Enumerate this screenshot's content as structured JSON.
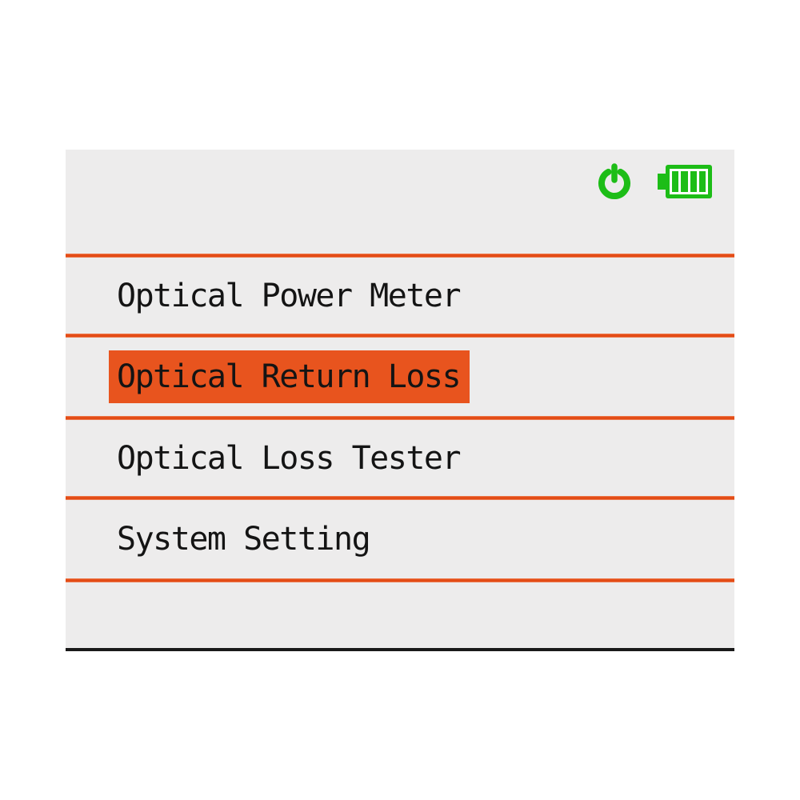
{
  "device_screen": {
    "status_bar": {
      "power_icon": "power-symbol",
      "battery_icon": "battery-level-indicator",
      "battery_bars": 4,
      "icon_color": "#1dbd17"
    },
    "menu": {
      "items": [
        {
          "label": "Optical Power Meter",
          "selected": false
        },
        {
          "label": "Optical Return Loss",
          "selected": true
        },
        {
          "label": "Optical Loss Tester",
          "selected": false
        },
        {
          "label": "System Setting",
          "selected": false
        }
      ],
      "selected_index": 1
    },
    "colors": {
      "panel_background": "#edecec",
      "divider_orange": "#e34b15",
      "highlight_orange": "#e8541e",
      "text_black": "#141414",
      "bottom_line_black": "#1a1a1a",
      "status_green": "#1dbd17"
    }
  }
}
